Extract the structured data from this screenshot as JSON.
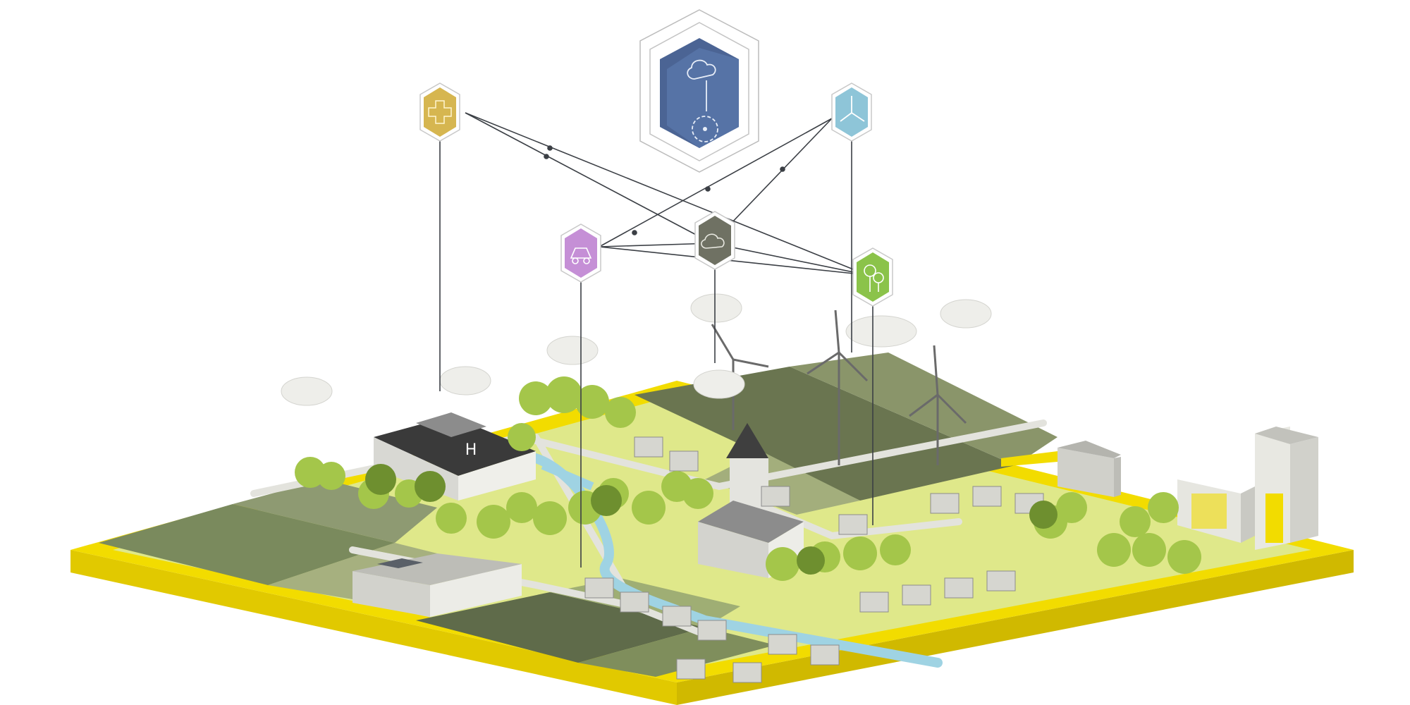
{
  "icons": [
    {
      "id": "hub",
      "name": "cloud-gear-hub-icon",
      "color": "#5673a6"
    },
    {
      "id": "health",
      "name": "health-cross-icon",
      "color": "#d6b650"
    },
    {
      "id": "wind",
      "name": "wind-turbine-icon",
      "color": "#8ec5d8"
    },
    {
      "id": "mobility",
      "name": "car-mobility-icon",
      "color": "#c58fd6"
    },
    {
      "id": "cloud",
      "name": "cloud-icon",
      "color": "#6f7163"
    },
    {
      "id": "nature",
      "name": "tree-nature-icon",
      "color": "#8bc34a"
    }
  ],
  "colors": {
    "platform": "#f2dc00",
    "platform_side": "#e1c900",
    "grass": "#cfe07a",
    "field_dark": "#5f6b4a",
    "road": "#dcdcd6",
    "water": "#9fd3e3",
    "building": "#e7e7e2",
    "roof": "#8c8c8c",
    "tree": "#a4c64a",
    "tree_dark": "#6e8f2f"
  },
  "labels": {
    "hospital_helipad": "H"
  }
}
